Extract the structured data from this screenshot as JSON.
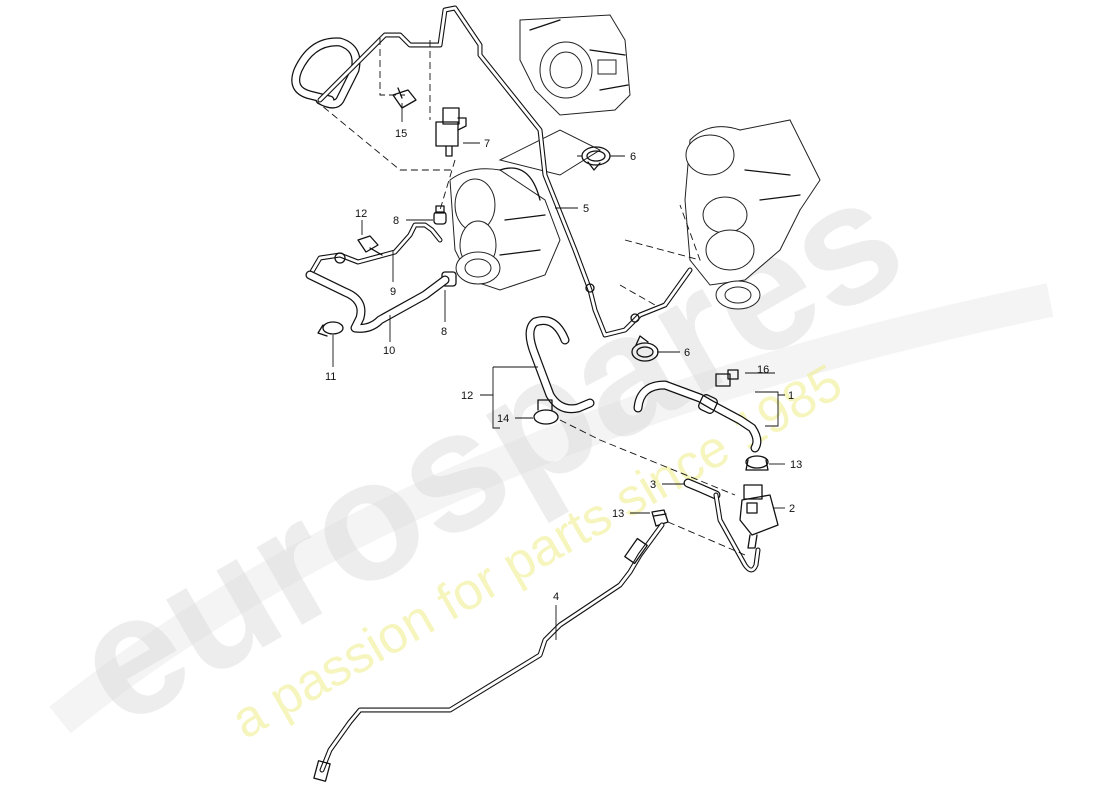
{
  "watermark": {
    "brand": "eurospares",
    "slogan": "a passion for parts since 1985"
  },
  "callouts": [
    {
      "id": "c1",
      "text": "1"
    },
    {
      "id": "c2",
      "text": "2"
    },
    {
      "id": "c3",
      "text": "3"
    },
    {
      "id": "c4",
      "text": "4"
    },
    {
      "id": "c5",
      "text": "5"
    },
    {
      "id": "c6a",
      "text": "6"
    },
    {
      "id": "c6b",
      "text": "6"
    },
    {
      "id": "c7",
      "text": "7"
    },
    {
      "id": "c8a",
      "text": "8"
    },
    {
      "id": "c8b",
      "text": "8"
    },
    {
      "id": "c9",
      "text": "9"
    },
    {
      "id": "c10",
      "text": "10"
    },
    {
      "id": "c11",
      "text": "11"
    },
    {
      "id": "c12a",
      "text": "12"
    },
    {
      "id": "c12b",
      "text": "12"
    },
    {
      "id": "c13a",
      "text": "13"
    },
    {
      "id": "c13b",
      "text": "13"
    },
    {
      "id": "c14",
      "text": "14"
    },
    {
      "id": "c15",
      "text": "15"
    },
    {
      "id": "c16",
      "text": "16"
    }
  ]
}
